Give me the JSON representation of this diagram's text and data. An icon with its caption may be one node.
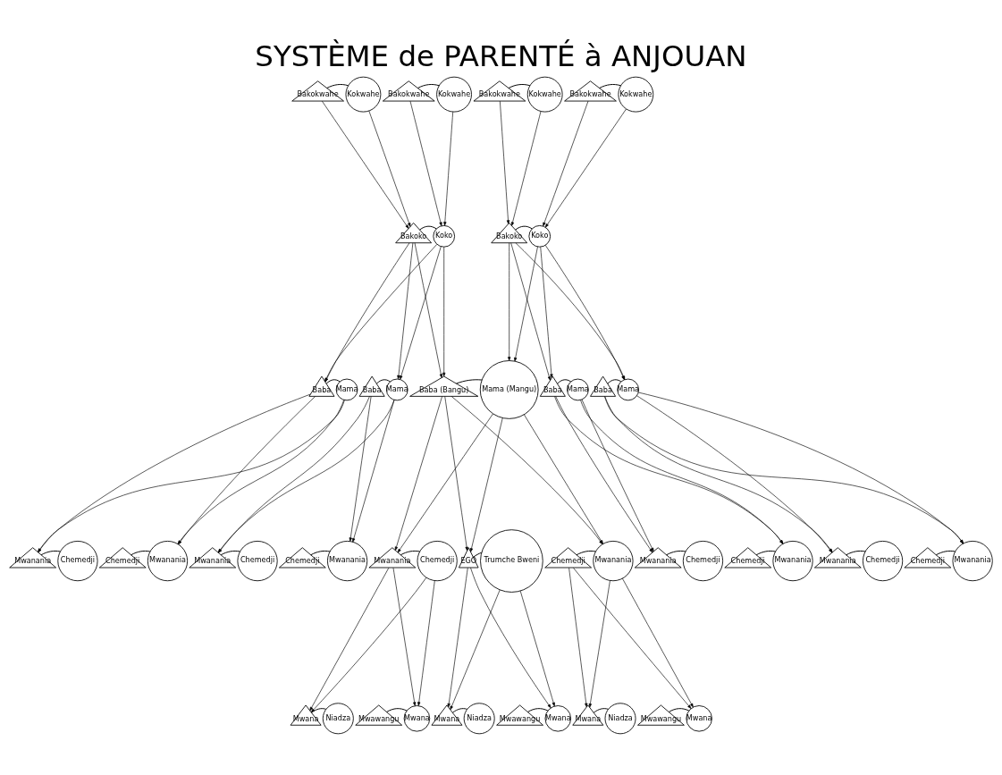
{
  "diagram": {
    "title": "SYSTÈME de PARENTÉ à ANJOUAN",
    "nodes": [
      {
        "text": [
          "Bakokwahe"
        ]
      },
      {
        "text": [
          "Kokwahe"
        ]
      },
      {
        "text": [
          "Bakokwahe"
        ]
      },
      {
        "text": [
          "Kokwahe"
        ]
      },
      {
        "text": [
          "Bakokwahe"
        ]
      },
      {
        "text": [
          "Kokwahe"
        ]
      },
      {
        "text": [
          "Bakokwahe"
        ]
      },
      {
        "text": [
          "Kokwahe"
        ]
      },
      {
        "text": [
          "Bakoko"
        ]
      },
      {
        "text": [
          "Koko"
        ]
      },
      {
        "text": [
          "Bakoko"
        ]
      },
      {
        "text": [
          "Koko"
        ]
      },
      {
        "text": [
          "Baba"
        ]
      },
      {
        "text": [
          "Mama"
        ]
      },
      {
        "text": [
          "Baba"
        ]
      },
      {
        "text": [
          "Mama"
        ]
      },
      {
        "text": [
          "Baba (Bangu)"
        ]
      },
      {
        "text": [
          "Mama (Mangu)"
        ]
      },
      {
        "text": [
          "Baba"
        ]
      },
      {
        "text": [
          "Mama"
        ]
      },
      {
        "text": [
          "Baba"
        ]
      },
      {
        "text": [
          "Mama"
        ]
      },
      {
        "text": [
          "Mwanania"
        ]
      },
      {
        "text": [
          "Chemedji"
        ]
      },
      {
        "text": [
          "Chemedji"
        ]
      },
      {
        "text": [
          "Mwanania"
        ]
      },
      {
        "text": [
          "Mwanania"
        ]
      },
      {
        "text": [
          "Chemedji"
        ]
      },
      {
        "text": [
          "Chemedji"
        ]
      },
      {
        "text": [
          "Mwanania"
        ]
      },
      {
        "text": [
          "Mwanania"
        ]
      },
      {
        "text": [
          "Chemedji"
        ]
      },
      {
        "text": [
          "EGO"
        ]
      },
      {
        "text": [
          "Trumche Bweni"
        ]
      },
      {
        "text": [
          "Chemedji"
        ]
      },
      {
        "text": [
          "Mwanania"
        ]
      },
      {
        "text": [
          "Mwanania"
        ]
      },
      {
        "text": [
          "Chemedji"
        ]
      },
      {
        "text": [
          "Chemedji"
        ]
      },
      {
        "text": [
          "Mwanania"
        ]
      },
      {
        "text": [
          "Mwanania"
        ]
      },
      {
        "text": [
          "Chemedji"
        ]
      },
      {
        "text": [
          "Chemedji"
        ]
      },
      {
        "text": [
          "Mwanania"
        ]
      },
      {
        "text": [
          "Mwana"
        ]
      },
      {
        "text": [
          "Niadza"
        ]
      },
      {
        "text": [
          "Mwawangu"
        ]
      },
      {
        "text": [
          "Mwana"
        ]
      },
      {
        "text": [
          "Mwana"
        ]
      },
      {
        "text": [
          "Niadza"
        ]
      },
      {
        "text": [
          "Mwawangu"
        ]
      },
      {
        "text": [
          "Mwana"
        ]
      },
      {
        "text": [
          "Mwana"
        ]
      },
      {
        "text": [
          "Niadza"
        ]
      },
      {
        "text": [
          "Mwawangu"
        ]
      },
      {
        "text": [
          "Mwana"
        ]
      }
    ],
    "edges": [
      {
        "from": 0,
        "to": 1,
        "arrow": "none"
      },
      {
        "from": 2,
        "to": 3,
        "arrow": "none"
      },
      {
        "from": 4,
        "to": 5,
        "arrow": "none"
      },
      {
        "from": 6,
        "to": 7,
        "arrow": "none"
      },
      {
        "from": 0,
        "to": 8,
        "arrow": "to"
      },
      {
        "from": 1,
        "to": 8,
        "arrow": "to"
      },
      {
        "from": 2,
        "to": 9,
        "arrow": "to"
      },
      {
        "from": 3,
        "to": 9,
        "arrow": "to"
      },
      {
        "from": 4,
        "to": 10,
        "arrow": "to"
      },
      {
        "from": 5,
        "to": 10,
        "arrow": "to"
      },
      {
        "from": 6,
        "to": 11,
        "arrow": "to"
      },
      {
        "from": 7,
        "to": 11,
        "arrow": "to"
      },
      {
        "from": 8,
        "to": 9,
        "arrow": "none"
      },
      {
        "from": 10,
        "to": 11,
        "arrow": "none"
      },
      {
        "from": 8,
        "to": 12,
        "arrow": "to"
      },
      {
        "from": 8,
        "to": 15,
        "arrow": "to"
      },
      {
        "from": 8,
        "to": 16,
        "arrow": "to"
      },
      {
        "from": 9,
        "to": 12,
        "arrow": "to"
      },
      {
        "from": 9,
        "to": 15,
        "arrow": "to"
      },
      {
        "from": 9,
        "to": 16,
        "arrow": "to"
      },
      {
        "from": 10,
        "to": 17,
        "arrow": "to"
      },
      {
        "from": 10,
        "to": 18,
        "arrow": "to"
      },
      {
        "from": 10,
        "to": 21,
        "arrow": "to"
      },
      {
        "from": 11,
        "to": 17,
        "arrow": "to"
      },
      {
        "from": 11,
        "to": 18,
        "arrow": "to"
      },
      {
        "from": 11,
        "to": 21,
        "arrow": "to"
      },
      {
        "from": 12,
        "to": 13,
        "arrow": "none"
      },
      {
        "from": 14,
        "to": 15,
        "arrow": "none"
      },
      {
        "from": 16,
        "to": 17,
        "arrow": "none"
      },
      {
        "from": 18,
        "to": 19,
        "arrow": "none"
      },
      {
        "from": 20,
        "to": 21,
        "arrow": "none"
      },
      {
        "from": 12,
        "to": 22,
        "arrow": "to"
      },
      {
        "from": 12,
        "to": 25,
        "arrow": "to"
      },
      {
        "from": 13,
        "to": 22,
        "arrow": "to"
      },
      {
        "from": 13,
        "to": 25,
        "arrow": "to"
      },
      {
        "from": 14,
        "to": 26,
        "arrow": "to"
      },
      {
        "from": 14,
        "to": 29,
        "arrow": "to"
      },
      {
        "from": 15,
        "to": 26,
        "arrow": "to"
      },
      {
        "from": 15,
        "to": 29,
        "arrow": "to"
      },
      {
        "from": 16,
        "to": 30,
        "arrow": "to"
      },
      {
        "from": 16,
        "to": 32,
        "arrow": "to"
      },
      {
        "from": 16,
        "to": 35,
        "arrow": "to"
      },
      {
        "from": 17,
        "to": 30,
        "arrow": "to"
      },
      {
        "from": 17,
        "to": 32,
        "arrow": "to"
      },
      {
        "from": 17,
        "to": 35,
        "arrow": "to"
      },
      {
        "from": 18,
        "to": 36,
        "arrow": "to"
      },
      {
        "from": 18,
        "to": 39,
        "arrow": "to"
      },
      {
        "from": 19,
        "to": 36,
        "arrow": "to"
      },
      {
        "from": 19,
        "to": 39,
        "arrow": "to"
      },
      {
        "from": 20,
        "to": 40,
        "arrow": "to"
      },
      {
        "from": 20,
        "to": 43,
        "arrow": "to"
      },
      {
        "from": 21,
        "to": 40,
        "arrow": "to"
      },
      {
        "from": 21,
        "to": 43,
        "arrow": "to"
      },
      {
        "from": 22,
        "to": 23,
        "arrow": "none"
      },
      {
        "from": 24,
        "to": 25,
        "arrow": "none"
      },
      {
        "from": 26,
        "to": 27,
        "arrow": "none"
      },
      {
        "from": 28,
        "to": 29,
        "arrow": "none"
      },
      {
        "from": 30,
        "to": 31,
        "arrow": "none"
      },
      {
        "from": 32,
        "to": 33,
        "arrow": "none"
      },
      {
        "from": 34,
        "to": 35,
        "arrow": "none"
      },
      {
        "from": 36,
        "to": 37,
        "arrow": "none"
      },
      {
        "from": 38,
        "to": 39,
        "arrow": "none"
      },
      {
        "from": 40,
        "to": 41,
        "arrow": "none"
      },
      {
        "from": 42,
        "to": 43,
        "arrow": "none"
      },
      {
        "from": 30,
        "to": 44,
        "arrow": "to"
      },
      {
        "from": 30,
        "to": 47,
        "arrow": "to"
      },
      {
        "from": 31,
        "to": 44,
        "arrow": "to"
      },
      {
        "from": 31,
        "to": 47,
        "arrow": "to"
      },
      {
        "from": 32,
        "to": 48,
        "arrow": "to"
      },
      {
        "from": 32,
        "to": 51,
        "arrow": "to"
      },
      {
        "from": 33,
        "to": 48,
        "arrow": "to"
      },
      {
        "from": 33,
        "to": 51,
        "arrow": "to"
      },
      {
        "from": 34,
        "to": 52,
        "arrow": "to"
      },
      {
        "from": 34,
        "to": 55,
        "arrow": "to"
      },
      {
        "from": 35,
        "to": 52,
        "arrow": "to"
      },
      {
        "from": 35,
        "to": 55,
        "arrow": "to"
      },
      {
        "from": 44,
        "to": 45,
        "arrow": "none"
      },
      {
        "from": 46,
        "to": 47,
        "arrow": "none"
      },
      {
        "from": 48,
        "to": 49,
        "arrow": "none"
      },
      {
        "from": 50,
        "to": 51,
        "arrow": "none"
      },
      {
        "from": 52,
        "to": 53,
        "arrow": "none"
      },
      {
        "from": 54,
        "to": 55,
        "arrow": "none"
      }
    ]
  }
}
